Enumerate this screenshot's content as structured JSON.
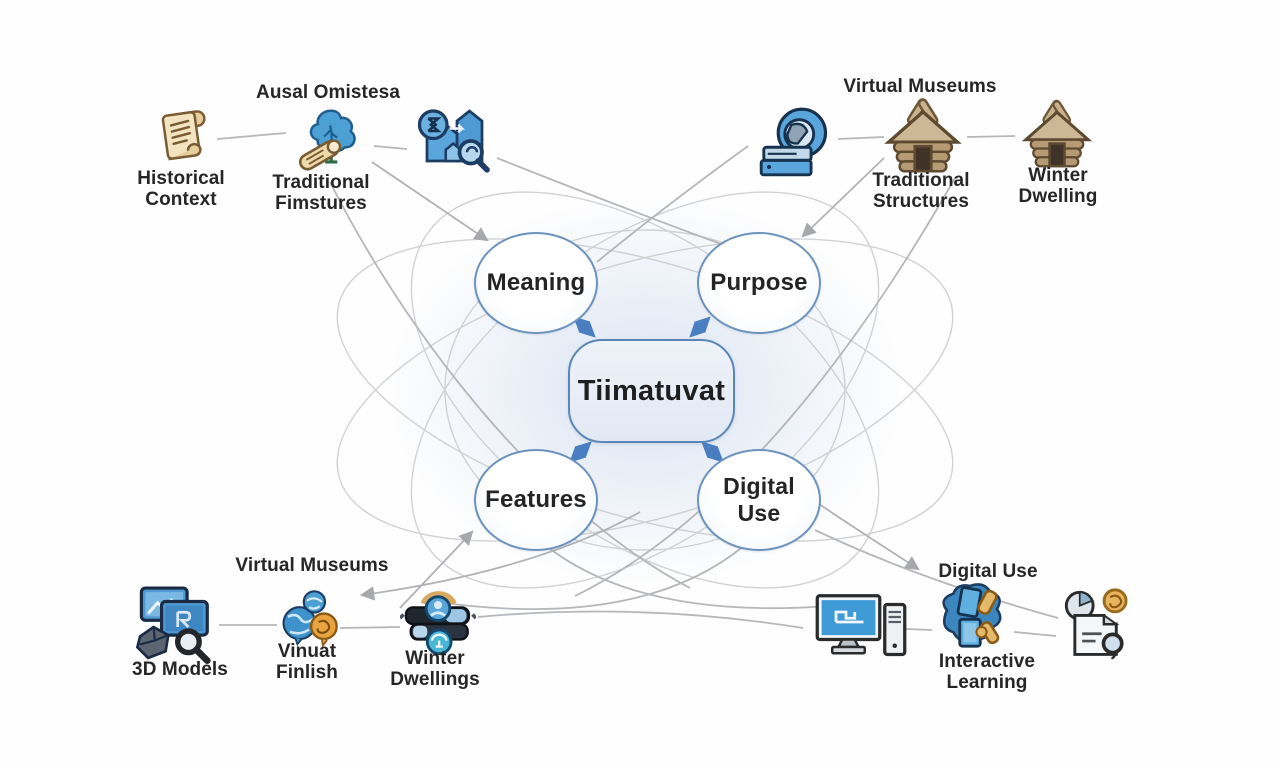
{
  "diagram": {
    "center_label": "Tiimatuvat",
    "nodes": {
      "meaning": {
        "label": "Meaning"
      },
      "purpose": {
        "label": "Purpose"
      },
      "features": {
        "label": "Features"
      },
      "digital_use": {
        "label": "Digital Use"
      }
    },
    "clusters": {
      "top_left": {
        "header": "Ausal Omistesa",
        "items": [
          {
            "icon": "scroll-icon",
            "label": "Historical\nContext"
          },
          {
            "icon": "tree-scroll-icon",
            "label": "Traditional\nFimstures"
          },
          {
            "icon": "museum-search-icon",
            "label": ""
          }
        ]
      },
      "top_right": {
        "header": "Virtual Museums",
        "items": [
          {
            "icon": "projector-icon",
            "label": ""
          },
          {
            "icon": "log-cabin-icon",
            "label": "Traditional\nStructures"
          },
          {
            "icon": "log-cabin-icon",
            "label": "Winter\nDwelling"
          }
        ]
      },
      "bottom_left": {
        "header": "Virtual Museums",
        "items": [
          {
            "icon": "3d-models-icon",
            "label": "3D Models"
          },
          {
            "icon": "globes-icon",
            "label": "Vinuat\nFinlish"
          },
          {
            "icon": "vr-headset-icon",
            "label": "Winter\nDwellings"
          }
        ]
      },
      "bottom_right": {
        "header": "Digital Use",
        "items": [
          {
            "icon": "desktop-computer-icon",
            "label": ""
          },
          {
            "icon": "interactive-learning-icon",
            "label": "Interactive\nLearning"
          },
          {
            "icon": "report-chart-icon",
            "label": ""
          }
        ]
      }
    },
    "colors": {
      "node_border": "#6b93bd",
      "center_border": "#5b87b7",
      "arrow_blue": "#4a7ec2",
      "line_gray": "#b5b7ba",
      "arc_gray": "#c9cbce",
      "text": "#262626",
      "icon_blue": "#58a3d7",
      "icon_navy": "#1c3c63",
      "icon_tan": "#eed9ab",
      "icon_brown": "#6e5639",
      "glow": "#cedaee"
    }
  }
}
